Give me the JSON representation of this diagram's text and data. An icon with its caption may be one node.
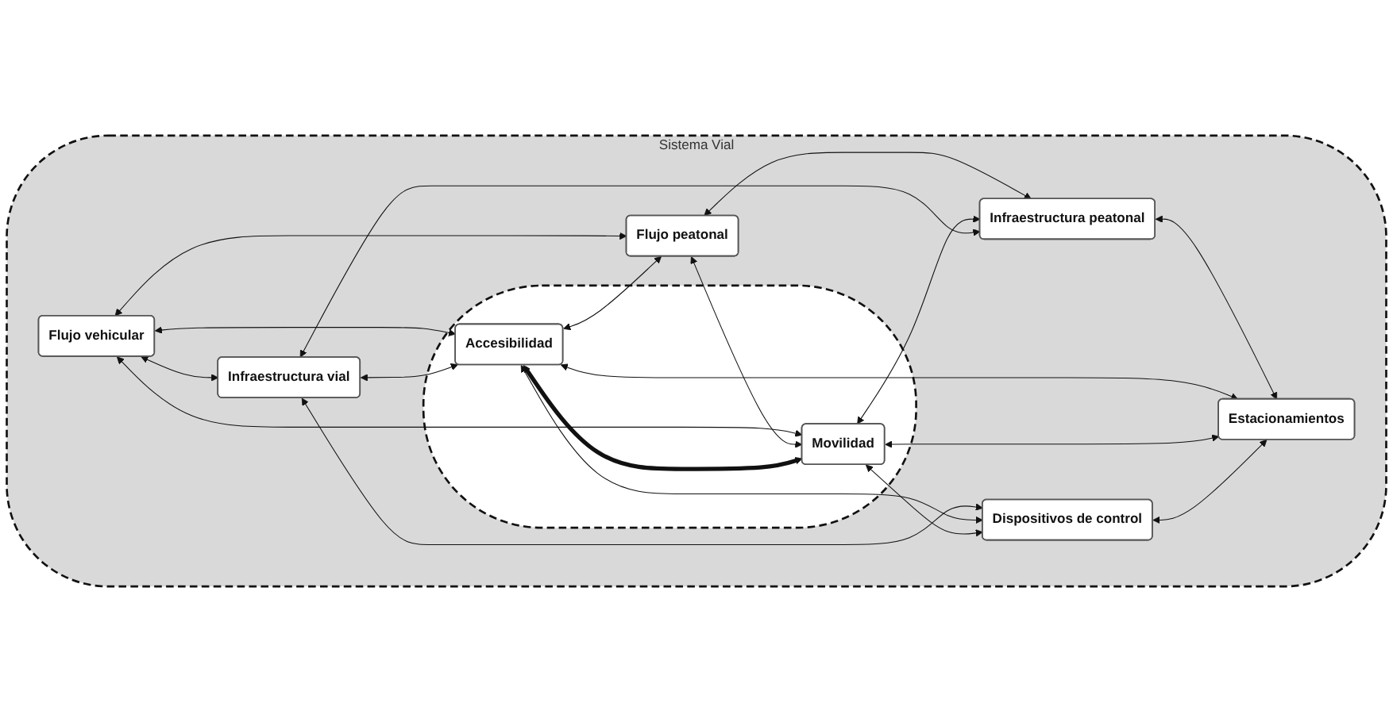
{
  "diagram": {
    "nodes": [
      {
        "text": [
          "Sistema Vial"
        ]
      },
      {
        "text": [
          "Flujo vehicular"
        ],
        "in": 0
      },
      {
        "text": [
          "Flujo peatonal"
        ],
        "in": 0
      },
      {
        "text": [
          "Infraestructura vial"
        ],
        "in": 0
      },
      {
        "text": [],
        "shape": "ellipse",
        "in": 0
      },
      {
        "text": [
          "Accesibilidad"
        ],
        "in": 4
      },
      {
        "text": [
          "Movilidad"
        ],
        "in": 4
      },
      {
        "text": [
          "Infraestructura peatonal"
        ],
        "in": 0
      },
      {
        "text": [
          "Dispositivos de control"
        ],
        "in": 0
      },
      {
        "text": [
          "Estacionamientos"
        ],
        "in": 0
      }
    ],
    "edges": [
      {
        "from": 1,
        "to": 3,
        "arrow": "both"
      },
      {
        "from": 1,
        "to": 2,
        "arrow": "both"
      },
      {
        "from": 1,
        "to": 5,
        "arrow": "both"
      },
      {
        "from": 5,
        "to": 2,
        "arrow": "both"
      },
      {
        "from": 1,
        "to": 6,
        "arrow": "both"
      },
      {
        "from": 2,
        "to": 6,
        "arrow": "both"
      },
      {
        "from": 2,
        "to": 7,
        "arrow": "both"
      },
      {
        "from": 3,
        "to": 5,
        "arrow": "both"
      },
      {
        "from": 5,
        "to": 6,
        "arrow": "both",
        "style": "thick"
      },
      {
        "from": 6,
        "to": 7,
        "arrow": "both"
      },
      {
        "from": 3,
        "to": 8,
        "arrow": "both"
      },
      {
        "from": 3,
        "to": 7,
        "arrow": "both"
      },
      {
        "from": 7,
        "to": 9,
        "arrow": "both"
      },
      {
        "from": 5,
        "to": 8,
        "arrow": "both"
      },
      {
        "from": 5,
        "to": 9,
        "arrow": "both"
      },
      {
        "from": 6,
        "to": 8,
        "arrow": "both"
      },
      {
        "from": 6,
        "to": 9,
        "arrow": "both"
      },
      {
        "from": 8,
        "to": 9,
        "arrow": "both"
      }
    ]
  }
}
